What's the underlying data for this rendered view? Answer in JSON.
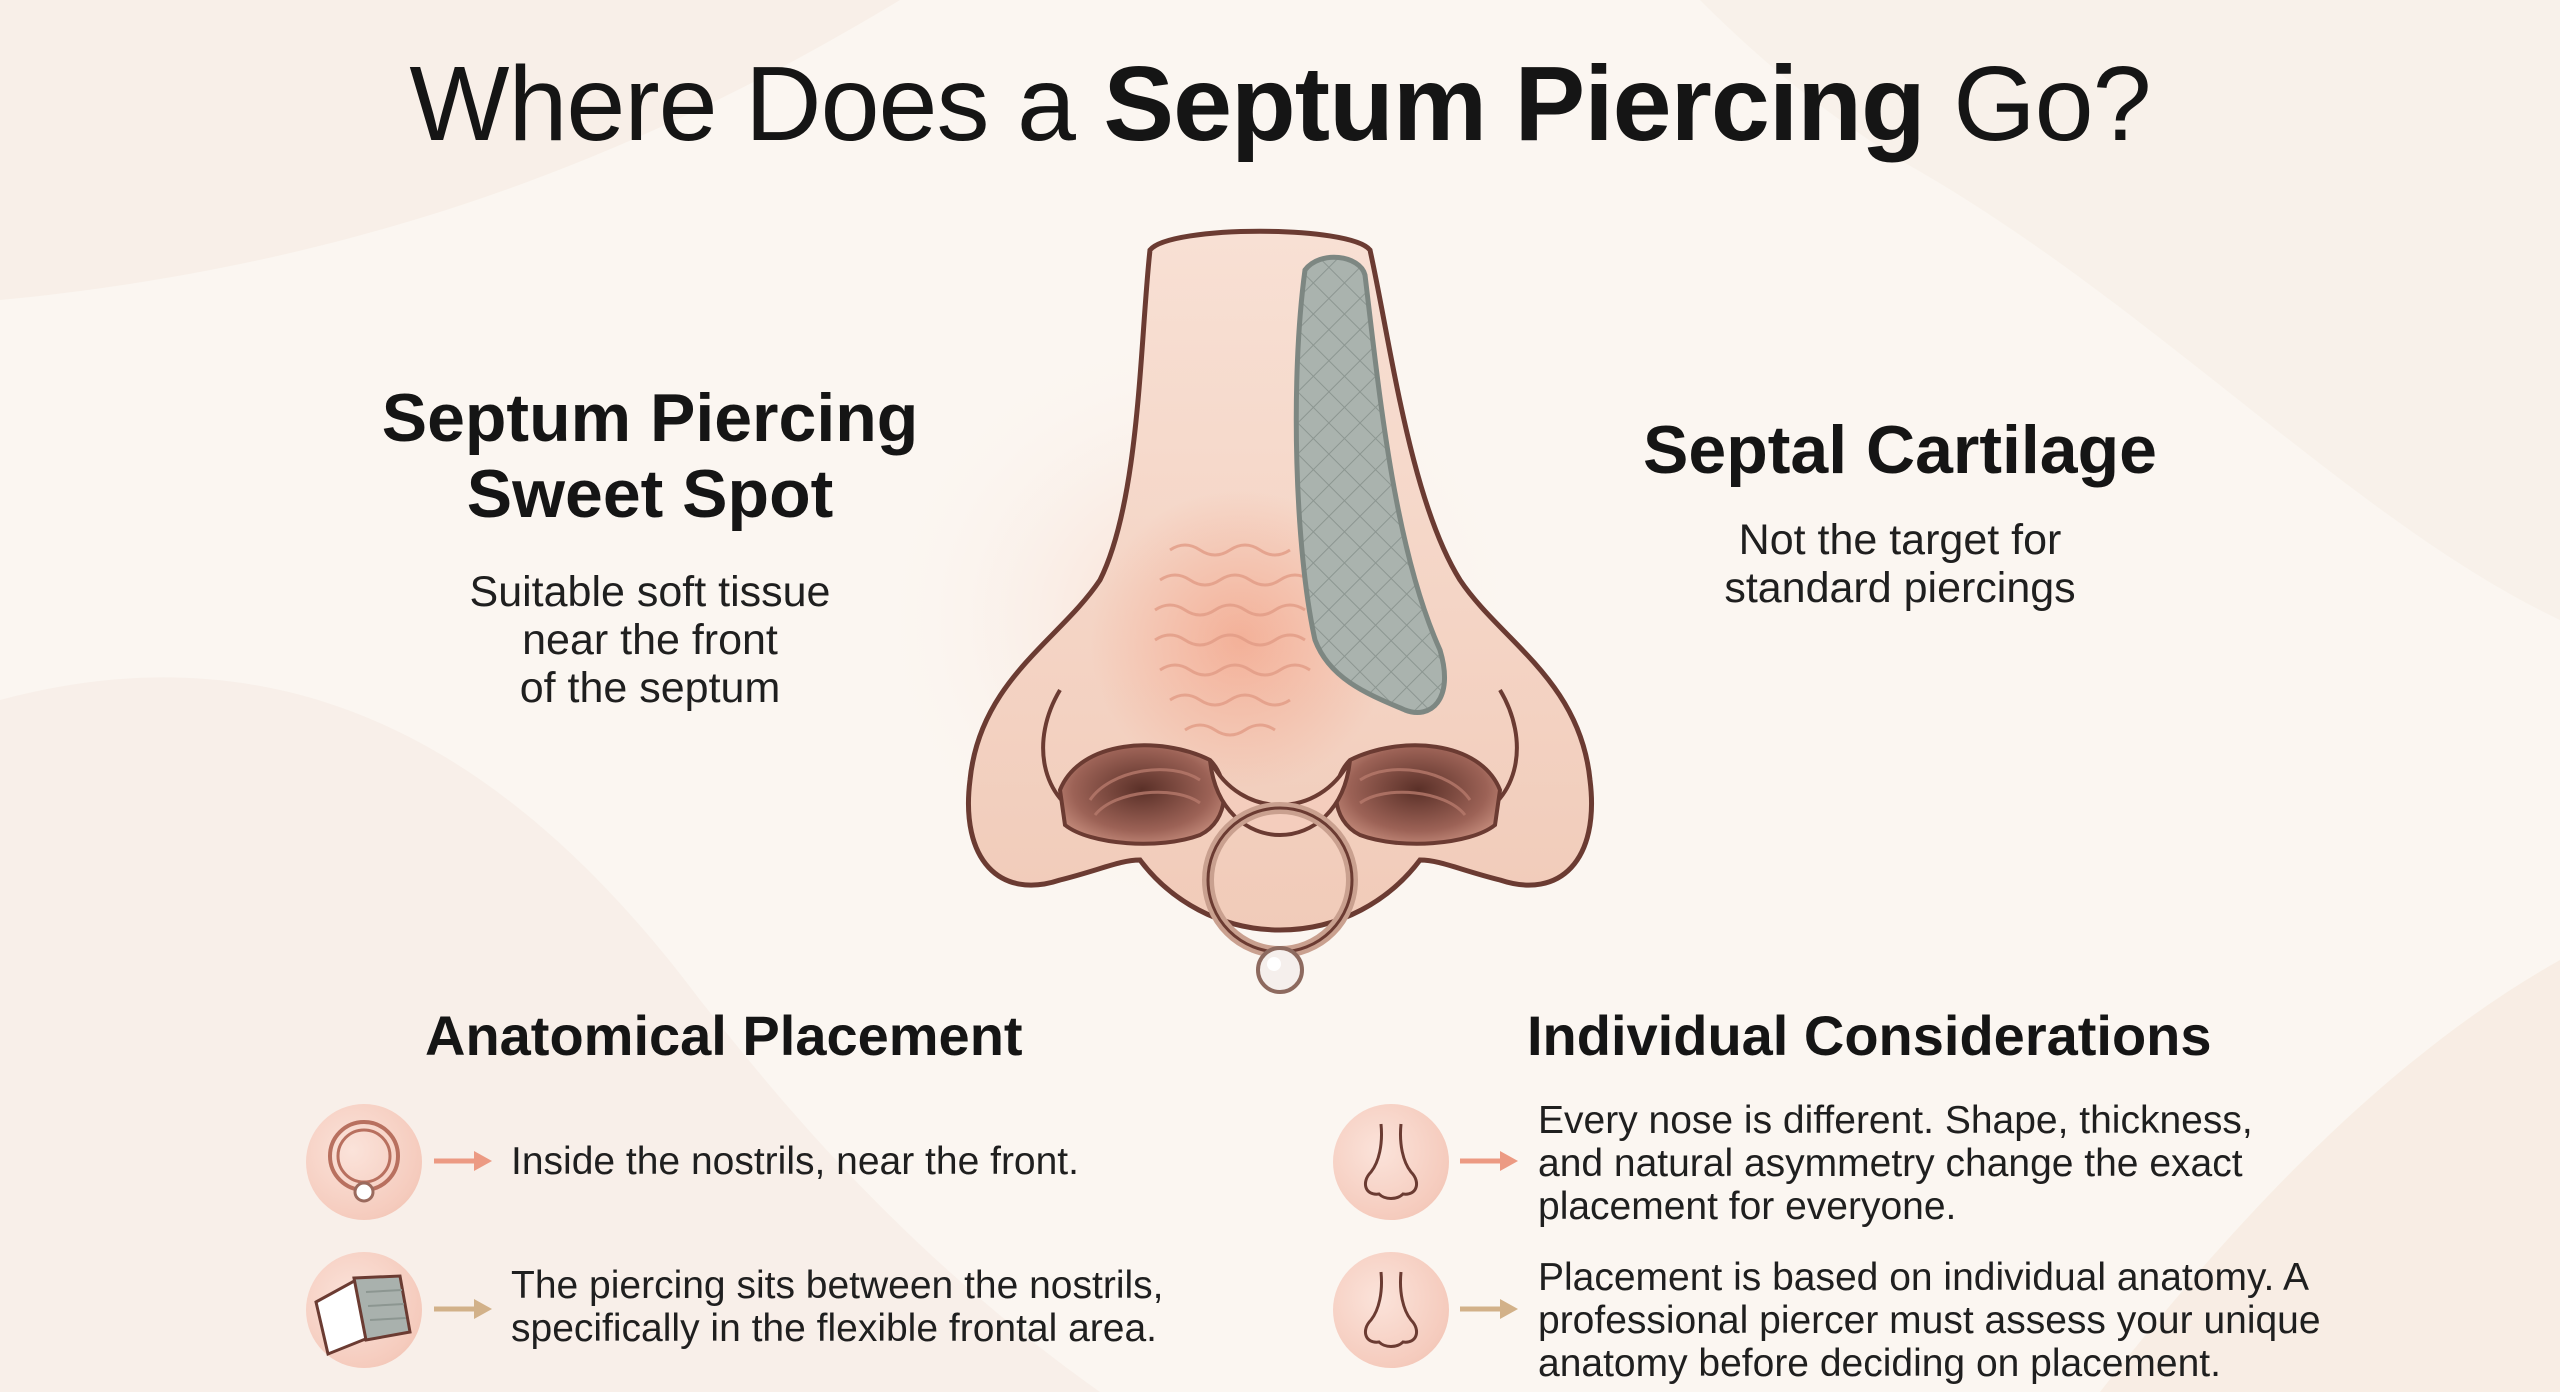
{
  "title": {
    "part1": "Where Does a ",
    "part2": "Septum Piercing",
    "part3": " Go?"
  },
  "left_label": {
    "heading_line1": "Septum Piercing",
    "heading_line2": "Sweet Spot",
    "desc_lines": [
      "Suitable soft tissue",
      "near the front",
      "of the septum"
    ]
  },
  "right_label": {
    "heading": "Septal Cartilage",
    "desc_lines": [
      "Not the target for",
      "standard piercings"
    ]
  },
  "anatomical": {
    "heading": "Anatomical Placement",
    "items": [
      {
        "icon": "ring-piercing-icon",
        "lines": [
          "Inside the nostrils, near the front."
        ]
      },
      {
        "icon": "tissue-layers-icon",
        "lines": [
          "The piercing sits between the nostrils,",
          "specifically in the flexible frontal area."
        ]
      }
    ]
  },
  "individual": {
    "heading": "Individual Considerations",
    "items": [
      {
        "icon": "nose-icon",
        "lines": [
          "Every nose is different. Shape, thickness,",
          "and natural asymmetry change the exact",
          "placement for everyone."
        ]
      },
      {
        "icon": "nose-icon",
        "lines": [
          "Placement is based on individual anatomy. A",
          "professional piercer must assess your unique",
          "anatomy before deciding on placement."
        ]
      }
    ]
  },
  "colors": {
    "background": "#fbf6f1",
    "skin": "#f4d3c4",
    "outline": "#6b3b32",
    "cartilage": "#a9b1ad",
    "arrow": "#ec9a83",
    "ring": "#c9a08f"
  }
}
